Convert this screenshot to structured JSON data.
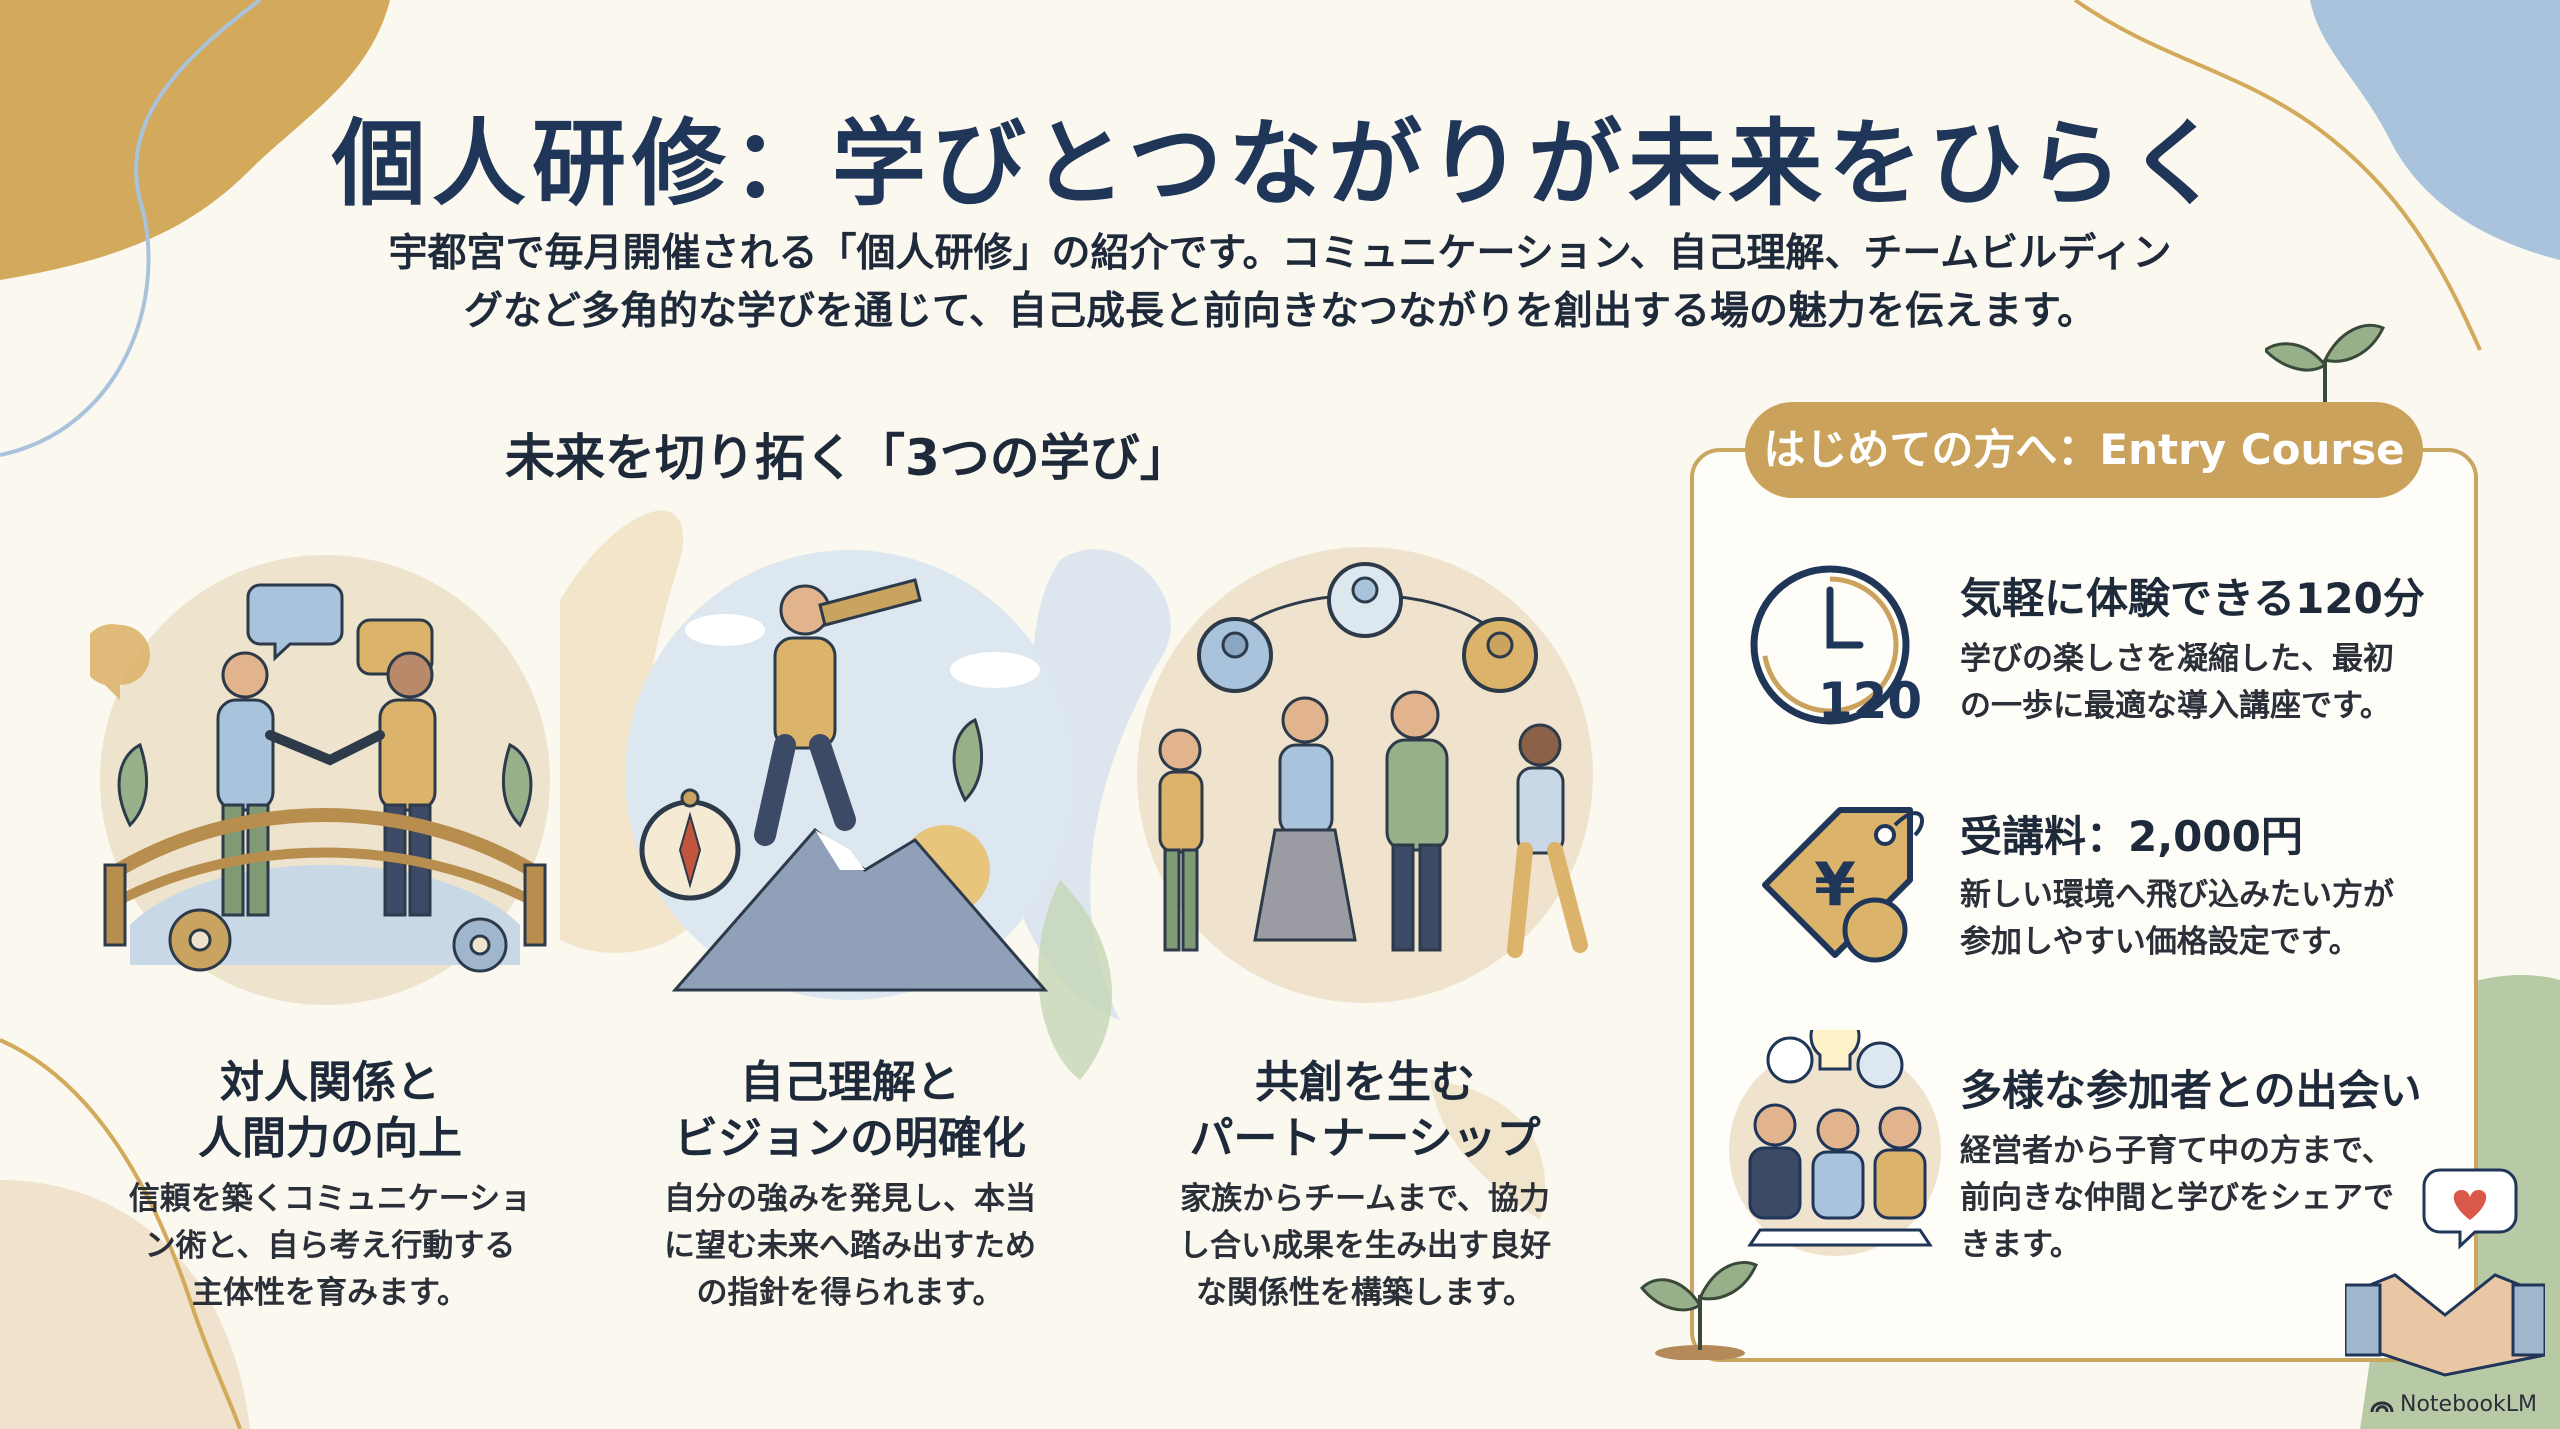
{
  "header": {
    "title": "個人研修：学びとつながりが未来をひらく",
    "subtitle_line1": "宇都宮で毎月開催される「個人研修」の紹介です。コミュニケーション、自己理解、チームビルディン",
    "subtitle_line2": "グなど多角的な学びを通じて、自己成長と前向きなつながりを創出する場の魅力を伝えます。"
  },
  "learnings": {
    "heading": "未来を切り拓く「3つの学び」",
    "items": [
      {
        "title_line1": "対人関係と",
        "title_line2": "人間力の向上",
        "text_line1": "信頼を築くコミュニケーショ",
        "text_line2": "ン術と、自ら考え行動する",
        "text_line3": "主体性を育みます。"
      },
      {
        "title_line1": "自己理解と",
        "title_line2": "ビジョンの明確化",
        "text_line1": "自分の強みを発見し、本当",
        "text_line2": "に望む未来へ踏み出すため",
        "text_line3": "の指針を得られます。"
      },
      {
        "title_line1": "共創を生む",
        "title_line2": "パートナーシップ",
        "text_line1": "家族からチームまで、協力",
        "text_line2": "し合い成果を生み出す良好",
        "text_line3": "な関係性を構築します。"
      }
    ]
  },
  "entry_course": {
    "badge": "はじめての方へ：Entry Course",
    "clock_number": "120",
    "yen_symbol": "¥",
    "items": [
      {
        "icon": "clock-icon",
        "title": "気軽に体験できる120分",
        "text_line1": "学びの楽しさを凝縮した、最初",
        "text_line2": "の一歩に最適な導入講座です。"
      },
      {
        "icon": "price-tag-icon",
        "title": "受講料：2,000円",
        "text_line1": "新しい環境へ飛び込みたい方が",
        "text_line2": "参加しやすい価格設定です。"
      },
      {
        "icon": "group-meeting-icon",
        "title": "多様な参加者との出会い",
        "text_line1": "経営者から子育て中の方まで、",
        "text_line2": "前向きな仲間と学びをシェアで",
        "text_line3": "きます。"
      }
    ]
  },
  "footer": {
    "brand": "NotebookLM"
  },
  "colors": {
    "title": "#1f3658",
    "accent_gold": "#caa25b",
    "panel_border": "#c9a761",
    "blob_blue": "#a9c3dd",
    "blob_green": "#b7c9a5",
    "background": "#fbf8f0"
  }
}
